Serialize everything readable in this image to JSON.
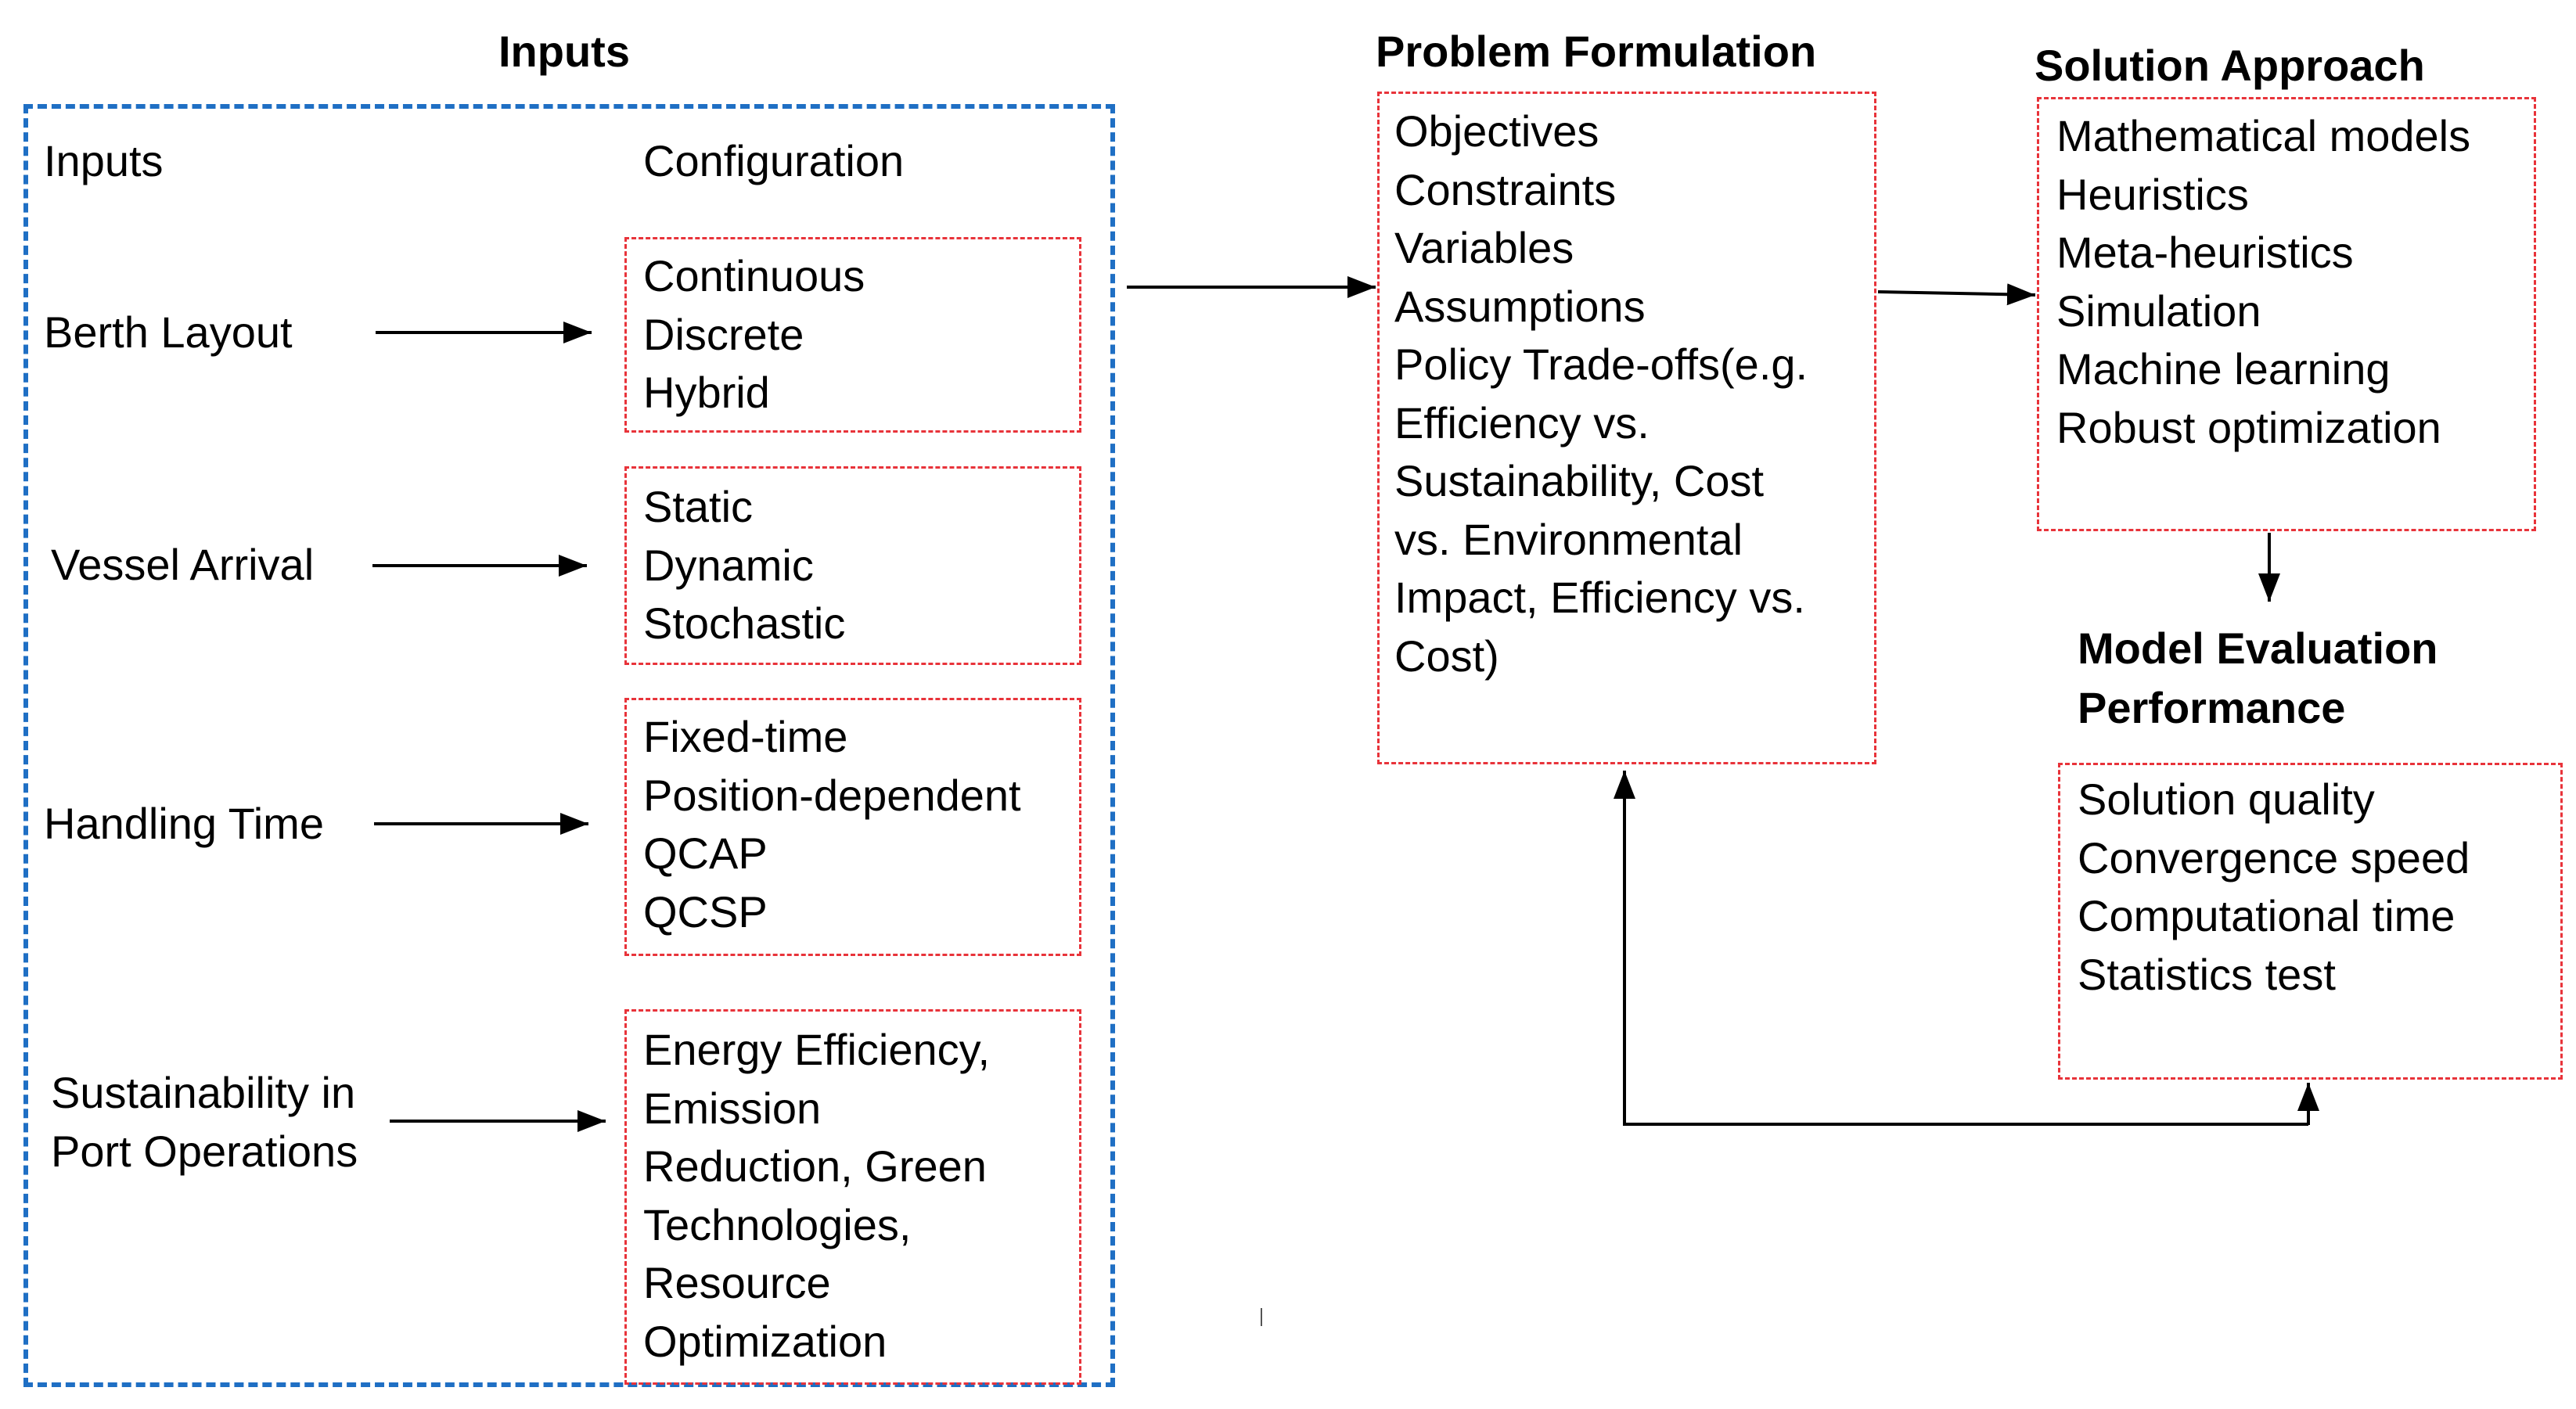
{
  "colors": {
    "inputs_border": "#1f6fc4",
    "box_border": "#e8333a",
    "arrow": "#000000"
  },
  "inputs": {
    "title": "Inputs",
    "col_inputs": "Inputs",
    "col_config": "Configuration",
    "rows": [
      {
        "label": "Berth Layout",
        "options": [
          "Continuous",
          "Discrete",
          "Hybrid"
        ]
      },
      {
        "label": "Vessel Arrival",
        "options": [
          "Static",
          "Dynamic",
          "Stochastic"
        ]
      },
      {
        "label": "Handling Time",
        "options": [
          "Fixed-time",
          "Position-dependent",
          "QCAP",
          "QCSP"
        ]
      },
      {
        "label_lines": [
          "Sustainability in",
          "Port Operations"
        ],
        "options": [
          "Energy Efficiency,",
          "Emission",
          "Reduction, Green",
          "Technologies,",
          "Resource",
          "Optimization"
        ]
      }
    ]
  },
  "problem": {
    "title": "Problem Formulation",
    "items": [
      "Objectives",
      "Constraints",
      "Variables",
      "Assumptions",
      "Policy Trade-offs(e.g.",
      "Efficiency vs.",
      "Sustainability, Cost",
      "vs. Environmental",
      "Impact, Efficiency vs.",
      "Cost)"
    ]
  },
  "solution": {
    "title": "Solution Approach",
    "items": [
      "Mathematical models",
      "Heuristics",
      "Meta-heuristics",
      "Simulation",
      "Machine learning",
      "Robust optimization"
    ]
  },
  "evaluation": {
    "title_lines": [
      "Model Evaluation",
      "Performance"
    ],
    "items": [
      "Solution quality",
      "Convergence speed",
      "Computational time",
      "Statistics test"
    ]
  }
}
